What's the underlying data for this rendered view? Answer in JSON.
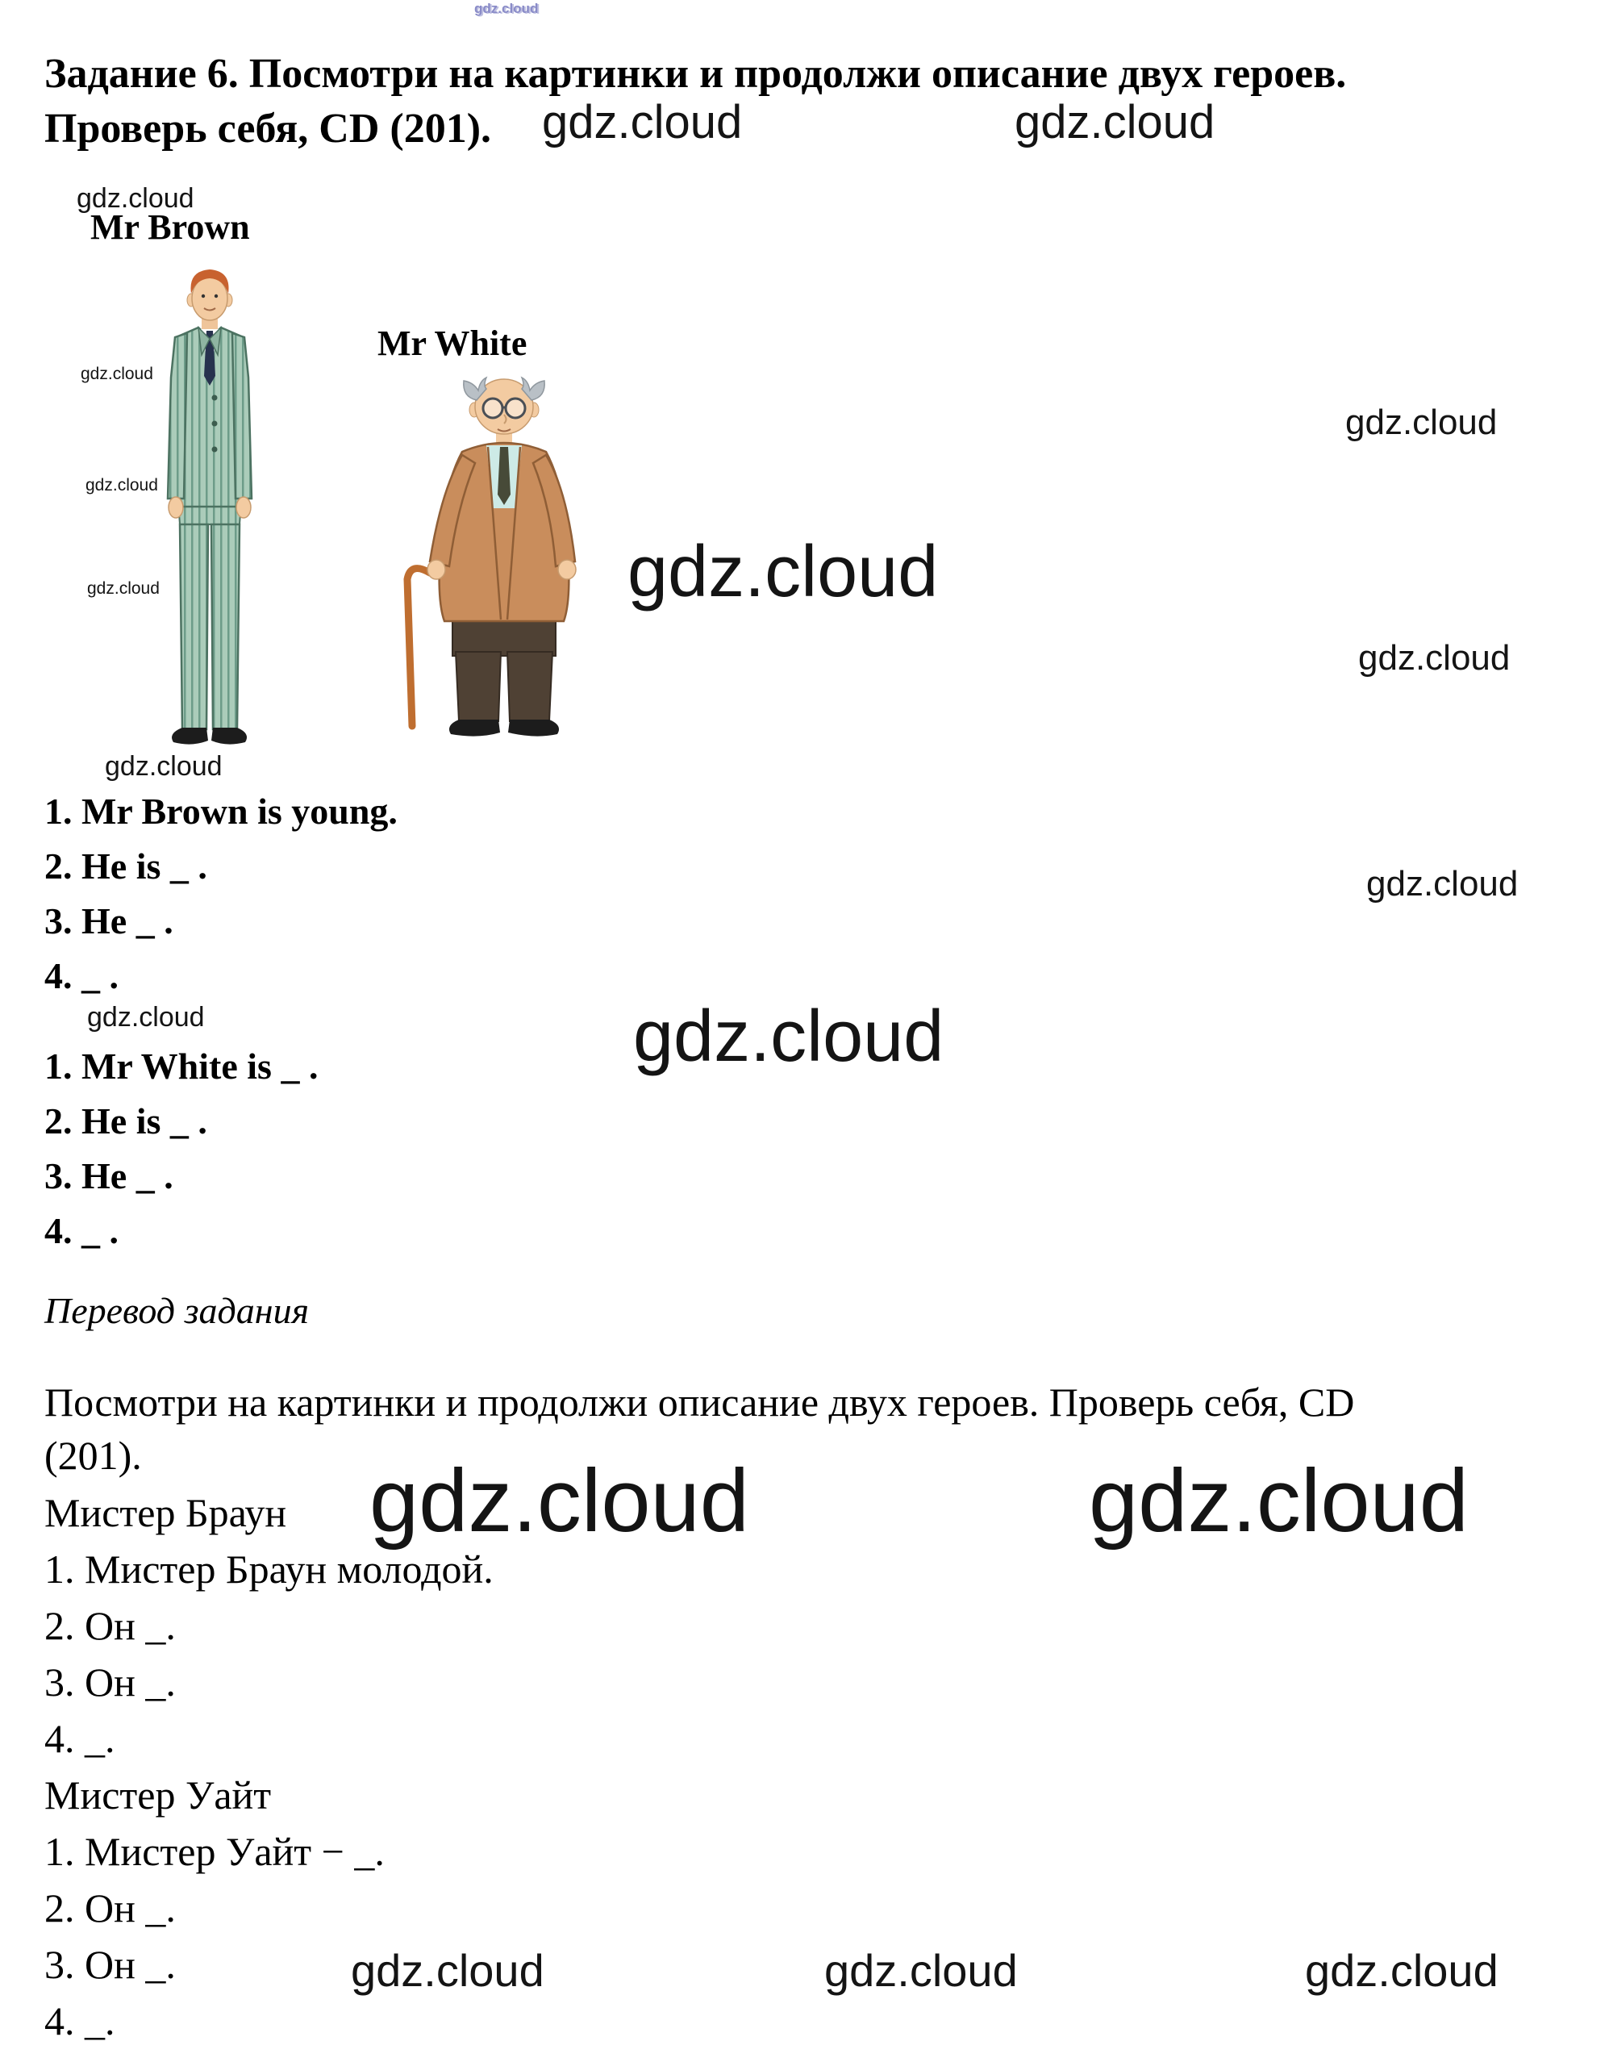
{
  "watermark": {
    "text": "gdz.cloud"
  },
  "header": {
    "line1": "Задание 6. Посмотри на картинки и продолжи описание двух героев.",
    "line2": "Проверь себя, CD (201)."
  },
  "figure": {
    "brown_label": "Mr Brown",
    "white_label": "Mr White"
  },
  "task_en": {
    "brown": [
      "1. Mr Brown is young.",
      "2. He is _ .",
      "3. He _ .",
      "4. _ ."
    ],
    "white": [
      "1. Mr White is _ .",
      "2. He is _ .",
      "3. He _ .",
      "4. _ ."
    ]
  },
  "translation": {
    "heading": "Перевод задания",
    "line1": "Посмотри на картинки и продолжи описание двух героев. Проверь себя, CD",
    "line2": "(201).",
    "brown_title": "Мистер Браун",
    "brown": [
      "1. Мистер Браун молодой.",
      "2. Он _.",
      "3. Он _.",
      "4. _."
    ],
    "white_title": "Мистер Уайт",
    "white": [
      "1. Мистер Уайт − _.",
      "2. Он _.",
      "3. Он _.",
      "4. _."
    ]
  }
}
